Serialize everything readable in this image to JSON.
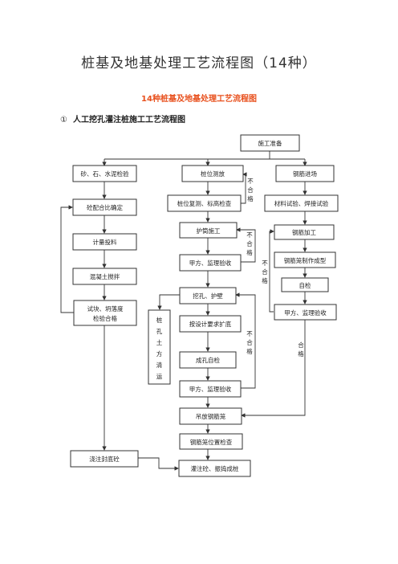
{
  "document": {
    "title": "桩基及地基处理工艺流程图（14种）",
    "subtitle": "14种桩基及地基处理工艺流程图",
    "section_number": "①",
    "section_title": "人工挖孔灌注桩施工工艺流程图"
  },
  "flowchart": {
    "nodes": {
      "prep": "施工准备",
      "left1": "砂、石、水泥检验",
      "left2": "砼配合比确定",
      "left3": "计量投料",
      "left4": "混凝土搅拌",
      "left5a": "试块、坍落度",
      "left5b": "检验合格",
      "left6": "浇注封底砼",
      "c1": "桩位测放",
      "c2": "桩位复测、标高检查",
      "c3": "护筒施工",
      "c4": "甲方、监理验收",
      "c5": "挖孔、护壁",
      "c6": "按设计要求扩底",
      "c7": "成孔自检",
      "c8": "甲方、监理验收",
      "c9": "吊放钢筋笼",
      "c10": "钢筋笼位置检查",
      "c11": "灌注砼、振捣成桩",
      "r1": "钢筋进场",
      "r2": "材料试验、焊接试验",
      "r3": "钢筋加工",
      "r4": "钢筋笼制作成型",
      "r5": "自检",
      "r6": "甲方、监理验收",
      "soil": [
        "桩",
        "孔",
        "土",
        "方",
        "清",
        "运"
      ]
    },
    "fail_label": [
      "不",
      "合",
      "格"
    ],
    "pass_label": [
      "合",
      "格"
    ]
  }
}
